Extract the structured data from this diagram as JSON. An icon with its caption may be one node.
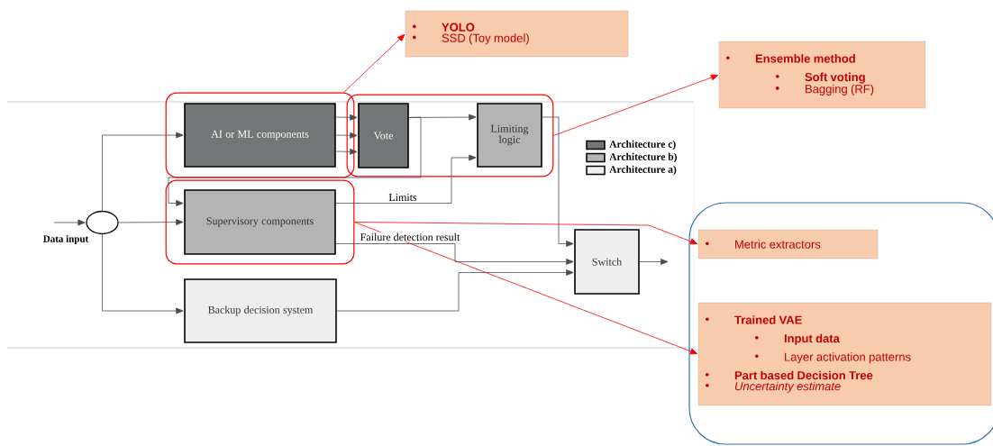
{
  "diagram": {
    "nodes": [
      {
        "text": [],
        "shape": "box"
      },
      {
        "text": [
          "AI or ML components"
        ],
        "in": 0
      },
      {
        "text": [],
        "shape": "box"
      },
      {
        "text": [
          "Vote"
        ],
        "in": 2
      },
      {
        "text": [
          "Limiting logic"
        ],
        "in": 2
      },
      {
        "text": [],
        "shape": "box"
      },
      {
        "text": [
          "Supervisory components"
        ],
        "in": 5
      },
      {
        "text": [
          "Backup decision system"
        ]
      },
      {
        "text": [
          "Switch"
        ]
      },
      {
        "text": [],
        "shape": "circle"
      },
      {
        "text": [
          "YOLO",
          "SSD (Toy model)"
        ]
      },
      {
        "text": [
          "Ensemble method",
          "Soft voting",
          "Bagging (RF)"
        ]
      },
      {
        "text": [],
        "shape": "box"
      },
      {
        "text": [
          "Metric extractors"
        ],
        "in": 12
      },
      {
        "text": [
          "Trained VAE",
          "Input data",
          "Layer activation patterns",
          "Part based Decision Tree",
          "Uncertainty estimate"
        ],
        "in": 12
      }
    ],
    "edges": [
      {
        "from": null,
        "to": 9,
        "arrow": "to"
      },
      {
        "from": 9,
        "to": 1,
        "arrow": "to"
      },
      {
        "from": 9,
        "to": 6,
        "arrow": "to"
      },
      {
        "from": 9,
        "to": 7,
        "arrow": "to"
      },
      {
        "from": 1,
        "to": 3,
        "arrow": "to"
      },
      {
        "from": 1,
        "to": 3,
        "arrow": "to"
      },
      {
        "from": 1,
        "to": 3,
        "arrow": "to"
      },
      {
        "from": 3,
        "to": 4,
        "arrow": "to"
      },
      {
        "from": 3,
        "to": 6,
        "arrow": "to"
      },
      {
        "from": 6,
        "to": 4,
        "arrow": "to",
        "label": "Limits"
      },
      {
        "from": 4,
        "to": 8,
        "arrow": "to"
      },
      {
        "from": 6,
        "to": 8,
        "arrow": "to",
        "label": "Failure detection result"
      },
      {
        "from": 7,
        "to": 8,
        "arrow": "to"
      },
      {
        "from": 8,
        "to": null,
        "arrow": "to"
      },
      {
        "from": 0,
        "to": 10,
        "arrow": "to",
        "color": "#ff0000"
      },
      {
        "from": 2,
        "to": 11,
        "arrow": "to",
        "color": "#ff0000"
      },
      {
        "from": 5,
        "to": 13,
        "arrow": "to",
        "color": "#ff0000"
      },
      {
        "from": 5,
        "to": 14,
        "arrow": "to",
        "color": "#ff0000"
      }
    ],
    "labels": [
      "Data input"
    ],
    "legend": [
      {
        "text": "Architecture c)",
        "color": "#727676"
      },
      {
        "text": "Architecture b)",
        "color": "#b4b4b4"
      },
      {
        "text": "Architecture a)",
        "color": "#eeeeee"
      }
    ]
  }
}
